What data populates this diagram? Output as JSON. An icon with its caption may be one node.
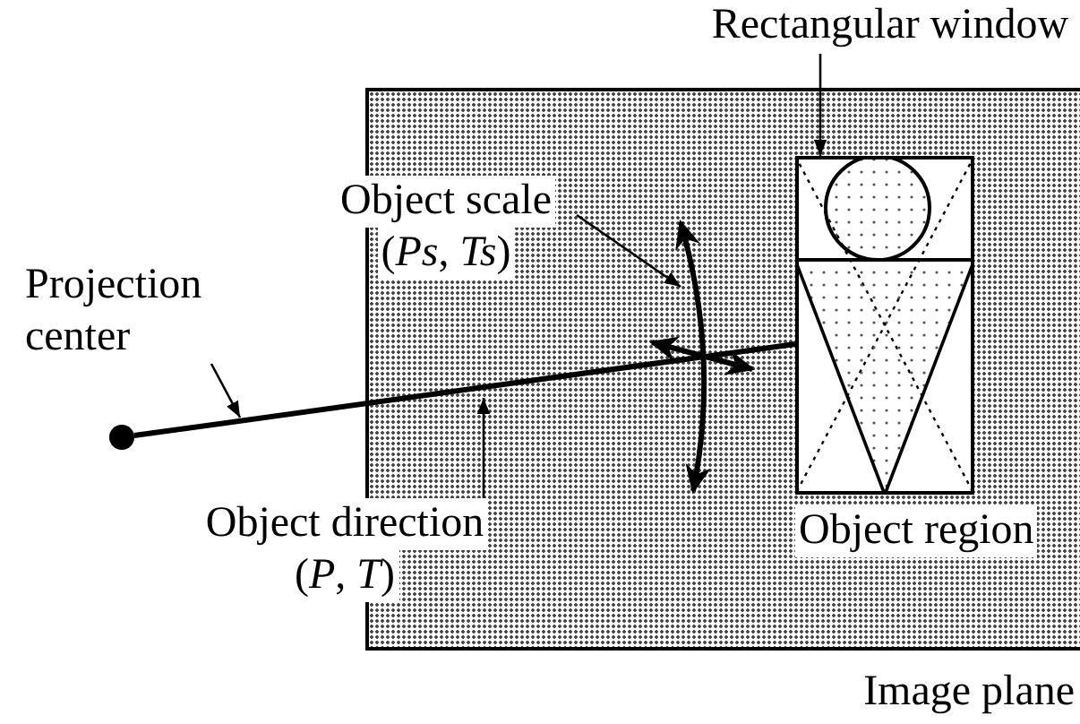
{
  "diagram": {
    "nodes": [
      {
        "text": [
          "Image plane"
        ]
      },
      {
        "text": [
          "Rectangular window"
        ]
      },
      {
        "text": [],
        "shape": "box",
        "in": 0
      },
      {
        "text": [
          "Object region"
        ],
        "in": 0
      },
      {
        "text": [
          "Projection center"
        ]
      },
      {
        "text": [
          "Object scale",
          "(*Ps*, *Ts*)"
        ]
      },
      {
        "text": [
          "Object direction",
          "(*P*, *T*)"
        ]
      },
      {
        "text": [],
        "shape": "circle"
      }
    ],
    "edges": [
      {
        "from": 1,
        "to": 2,
        "arrow": "to"
      },
      {
        "from": 4,
        "to": null,
        "arrow": "to"
      },
      {
        "from": 5,
        "to": null,
        "arrow": "to"
      },
      {
        "from": 6,
        "to": null,
        "arrow": "to"
      },
      {
        "from": 7,
        "to": 2,
        "arrow": "none",
        "style": "thick"
      }
    ]
  }
}
